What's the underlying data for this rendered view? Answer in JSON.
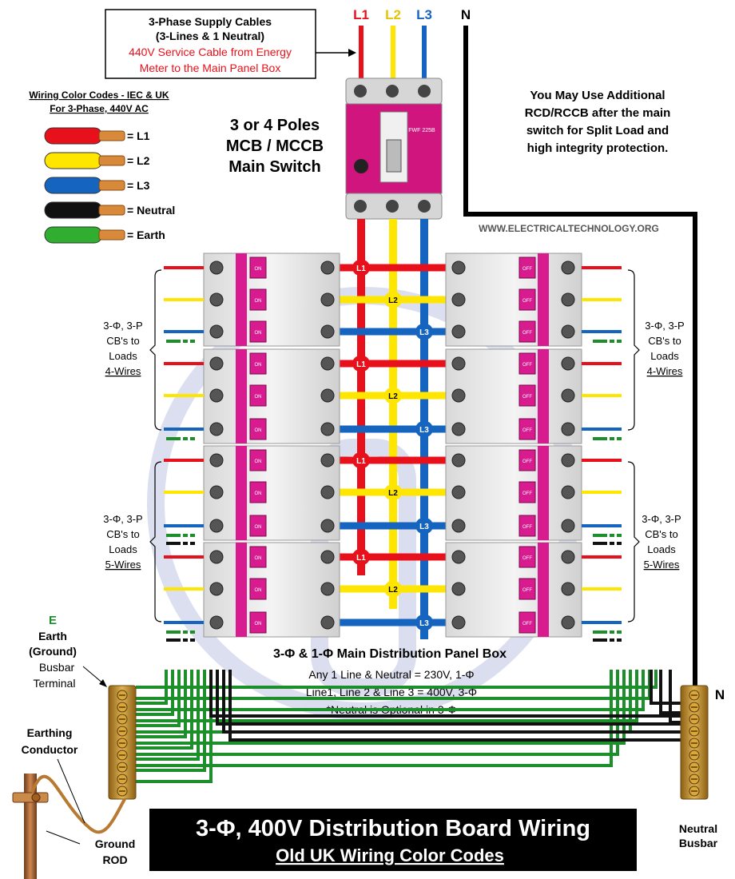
{
  "supply_box": {
    "title1": "3-Phase Supply Cables",
    "title2": "(3-Lines & 1 Neutral)",
    "note1": "440V Service Cable from Energy",
    "note2": "Meter to the Main Panel Box"
  },
  "phase_labels": {
    "l1": "L1",
    "l2": "L2",
    "l3": "L3",
    "n": "N"
  },
  "color_codes": {
    "title1": "Wiring Color Codes - IEC & UK",
    "title2": "For 3-Phase, 440V AC",
    "items": [
      {
        "label": "= L1",
        "color": "#e8101a"
      },
      {
        "label": "= L2",
        "color": "#ffe600"
      },
      {
        "label": "= L3",
        "color": "#1565c0"
      },
      {
        "label": "= Neutral",
        "color": "#111111"
      },
      {
        "label": "= Earth",
        "color": "#2fae2f"
      }
    ]
  },
  "main_switch": {
    "line1": "3 or 4 Poles",
    "line2": "MCB / MCCB",
    "line3": "Main Switch",
    "model": "FWF 225B"
  },
  "rcd_note": {
    "line1": "You May Use Additional",
    "line2": "RCD/RCCB after the main",
    "line3": "switch for Split Load and",
    "line4": "high integrity protection."
  },
  "watermark": "WWW.ELECTRICALTECHNOLOGY.ORG",
  "loads_4wire": {
    "line1": "3-Φ, 3-P",
    "line2": "CB's to",
    "line3": "Loads",
    "line4": "4-Wires"
  },
  "loads_5wire": {
    "line1": "3-Φ, 3-P",
    "line2": "CB's to",
    "line3": "Loads",
    "line4": "5-Wires"
  },
  "breaker_labels": {
    "on": "ON",
    "off": "OFF"
  },
  "panel": {
    "title": "3-Φ & 1-Φ Main Distribution Panel Box",
    "line1": "Any 1 Line & Neutral = 230V, 1-Φ",
    "line2": "Line1, Line 2 & Line 3 = 400V, 3-Φ",
    "line3": "*Neutral is Optional in 3-Φ"
  },
  "earth": {
    "letter": "E",
    "line1": "Earth",
    "line2": "(Ground)",
    "line3": "Busbar",
    "line4": "Terminal"
  },
  "earthing_conductor": {
    "line1": "Earthing",
    "line2": "Conductor"
  },
  "ground_rod": {
    "line1": "Ground",
    "line2": "ROD"
  },
  "neutral_busbar": {
    "letter": "N",
    "line1": "Neutral",
    "line2": "Busbar"
  },
  "banner": {
    "title": "3-Φ, 400V Distribution Board Wiring",
    "subtitle": "Old UK Wiring Color Codes"
  },
  "colors": {
    "l1": "#e8101a",
    "l2": "#ffe600",
    "l3": "#1565c0",
    "neutral": "#111111",
    "earth": "#1d8f2a",
    "breaker_pink": "#d81b8f",
    "brass": "#b8862a"
  }
}
